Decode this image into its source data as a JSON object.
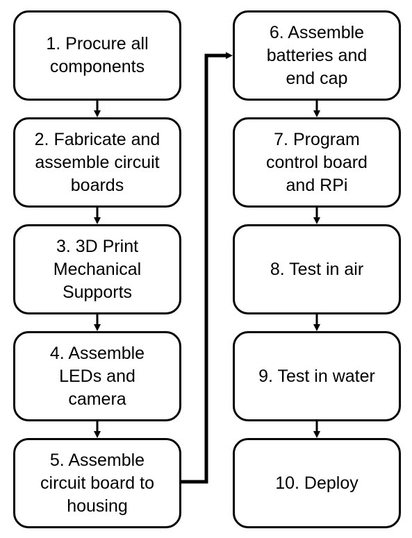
{
  "steps": [
    {
      "label": "1. Procure all\ncomponents"
    },
    {
      "label": "2. Fabricate and\nassemble circuit\nboards"
    },
    {
      "label": "3. 3D Print\nMechanical\nSupports"
    },
    {
      "label": "4. Assemble\nLEDs and\ncamera"
    },
    {
      "label": "5. Assemble\ncircuit board to\nhousing"
    },
    {
      "label": "6. Assemble\nbatteries and\nend cap"
    },
    {
      "label": "7. Program\ncontrol board\nand RPi"
    },
    {
      "label": "8. Test in air"
    },
    {
      "label": "9. Test in water"
    },
    {
      "label": "10. Deploy"
    }
  ],
  "colors": {
    "stroke": "#000000",
    "background": "#ffffff",
    "text": "#000000"
  }
}
